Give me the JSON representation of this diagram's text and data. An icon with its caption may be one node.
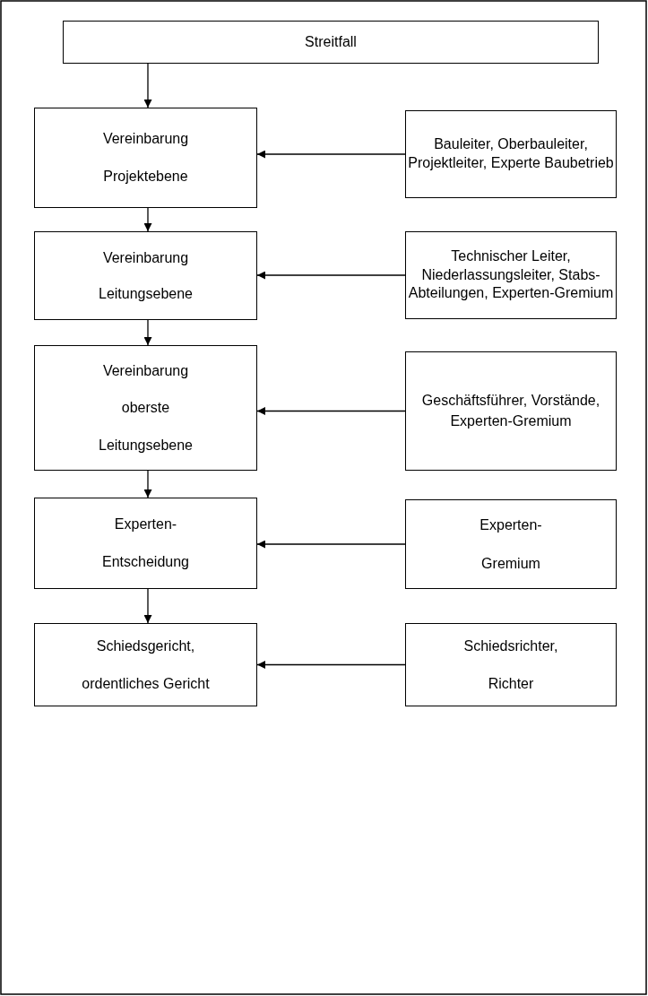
{
  "diagram": {
    "nodes": [
      {
        "text": [
          "Streitfall"
        ]
      },
      {
        "text": [
          "Vereinbarung Projektebene"
        ]
      },
      {
        "text": [
          "Bauleiter, Oberbauleiter, Projektleiter, Experte Baubetrieb"
        ]
      },
      {
        "text": [
          "Vereinbarung Leitungsebene"
        ]
      },
      {
        "text": [
          "Technischer Leiter, Niederlassungsleiter, Stabs-Abteilungen, Experten-Gremium"
        ]
      },
      {
        "text": [
          "Vereinbarung oberste Leitungsebene"
        ]
      },
      {
        "text": [
          "Geschäftsführer, Vorstände, Experten-Gremium"
        ]
      },
      {
        "text": [
          "Experten- Entscheidung"
        ]
      },
      {
        "text": [
          "Experten- Gremium"
        ]
      },
      {
        "text": [
          "Schiedsgericht, ordentliches Gericht"
        ]
      },
      {
        "text": [
          "Schiedsrichter, Richter"
        ]
      }
    ],
    "edges": [
      {
        "from": 0,
        "to": 1,
        "arrow": "to"
      },
      {
        "from": 2,
        "to": 1,
        "arrow": "to"
      },
      {
        "from": 1,
        "to": 3,
        "arrow": "to"
      },
      {
        "from": 4,
        "to": 3,
        "arrow": "to"
      },
      {
        "from": 3,
        "to": 5,
        "arrow": "to"
      },
      {
        "from": 6,
        "to": 5,
        "arrow": "to"
      },
      {
        "from": 5,
        "to": 7,
        "arrow": "to"
      },
      {
        "from": 8,
        "to": 7,
        "arrow": "to"
      },
      {
        "from": 7,
        "to": 9,
        "arrow": "to"
      },
      {
        "from": 10,
        "to": 9,
        "arrow": "to"
      }
    ]
  }
}
